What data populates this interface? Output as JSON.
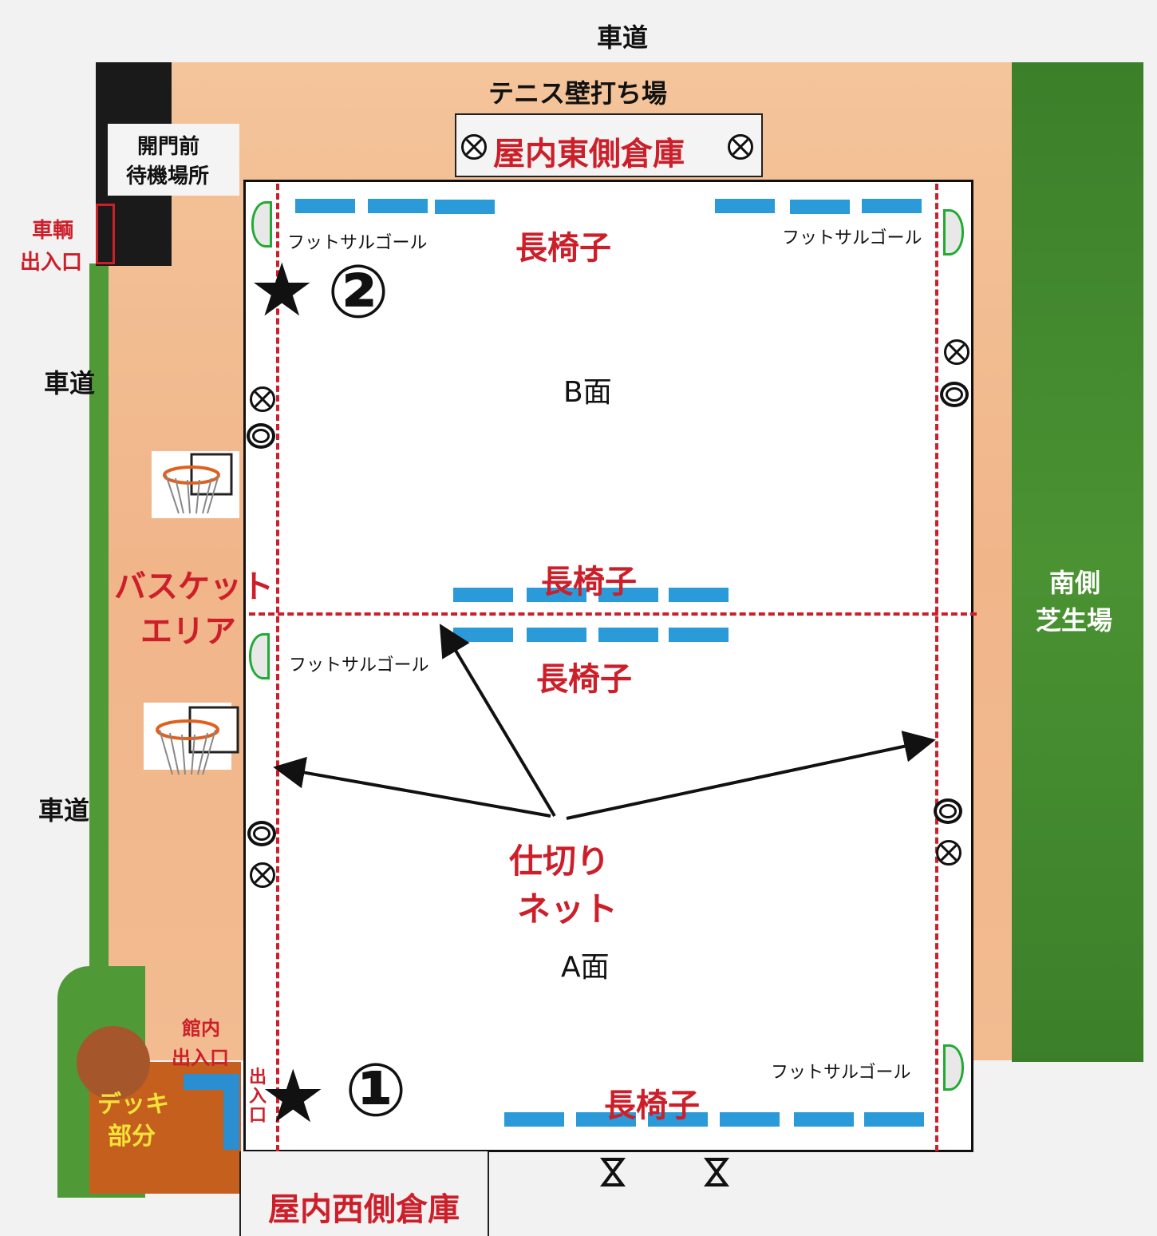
{
  "roads": {
    "top": "車道",
    "left_upper": "車道",
    "left_lower": "車道"
  },
  "tennis_wall": "テニス壁打ち場",
  "east_storage": "屋内東側倉庫",
  "west_storage": "屋内西側倉庫",
  "waiting_area": {
    "line1": "開門前",
    "line2": "待機場所"
  },
  "vehicle_entrance": {
    "line1": "車輌",
    "line2": "出入口"
  },
  "building_entrance": {
    "line1": "館内",
    "line2": "出入口"
  },
  "side_entrance": "出入口",
  "deck": {
    "line1": "デッキ",
    "line2": "部分"
  },
  "basket_area": {
    "line1": "バスケット",
    "line2": "エリア"
  },
  "south_lawn": {
    "line1": "南側",
    "line2": "芝生場"
  },
  "court_b": "B面",
  "court_a": "A面",
  "futsal_goal": "フットサルゴール",
  "bench": "長椅子",
  "net": {
    "line1": "仕切り",
    "line2": "ネット"
  },
  "markers": {
    "one": "①",
    "two": "②",
    "star": "★"
  },
  "colors": {
    "court_bg": "#ffffff",
    "grounds": "#f2b98c",
    "lawn": "#3f8a2c",
    "road": "#f2f2f2",
    "bench": "#2a9ad8",
    "net": "#cc1f2a",
    "label_red": "#cc1f2a",
    "deck": "#c55f1e"
  }
}
